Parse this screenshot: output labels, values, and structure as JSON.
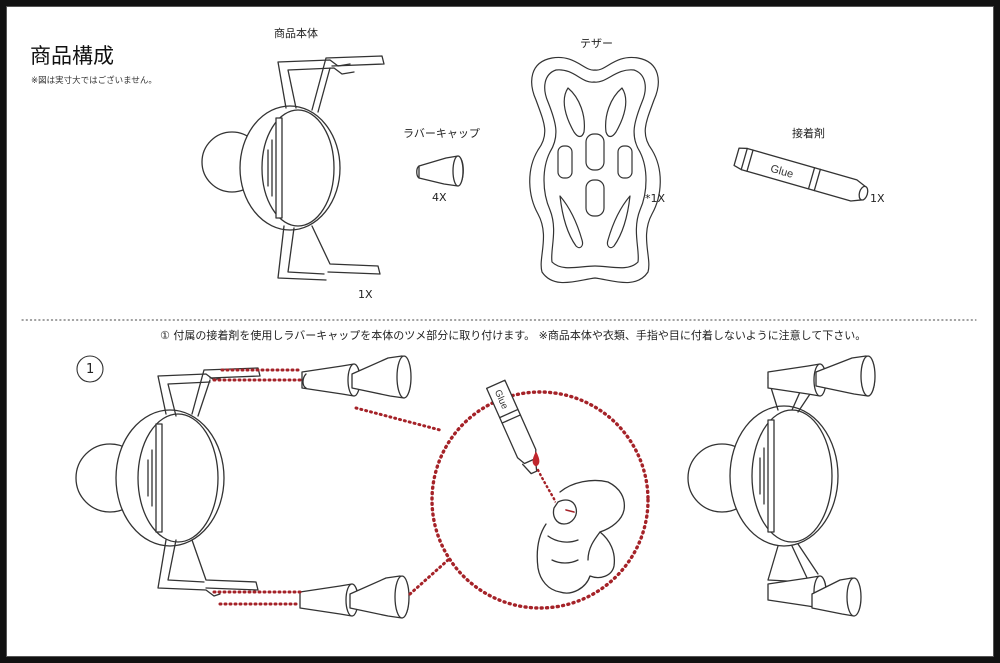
{
  "section": {
    "title": "商品構成",
    "note": "※図は実寸大ではございません。"
  },
  "components": {
    "main_body": {
      "label": "商品本体",
      "qty": "1X"
    },
    "rubber_cap": {
      "label": "ラバーキャップ",
      "qty": "4X"
    },
    "tether": {
      "label": "テザー",
      "qty": "*1X"
    },
    "adhesive": {
      "label": "接着剤",
      "qty": "1X",
      "tube_text": "Glue"
    }
  },
  "instruction": {
    "text": "①  付属の接着剤を使用しラバーキャップを本体のツメ部分に取り付けます。 ※商品本体や衣類、手指や目に付着しないように注意して下さい。",
    "step_number": "1"
  },
  "colors": {
    "frame": "#111111",
    "line": "#333333",
    "dotted": "#a52228",
    "glue_drop": "#c0262d"
  }
}
